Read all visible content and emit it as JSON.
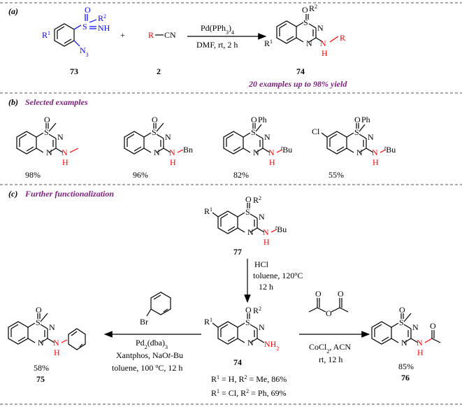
{
  "panel_a": {
    "tag": "(a)",
    "reactant1": {
      "number": "73",
      "labels": [
        "R1",
        "R2",
        "S",
        "NH",
        "N3",
        "O"
      ]
    },
    "plus": "+",
    "reactant2": {
      "number": "2",
      "label": "R−CN"
    },
    "conditions": [
      "Pd(PPh3)4",
      "DMF, rt, 2 h"
    ],
    "product": {
      "number": "74",
      "labels": [
        "R1",
        "R2",
        "S",
        "N",
        "N",
        "N",
        "H",
        "R",
        "O"
      ]
    },
    "note": "20 examples up to 98% yield"
  },
  "panel_b": {
    "tag": "(b)",
    "title": "Selected examples",
    "examples": [
      {
        "yield": "98%",
        "substituent": "",
        "amine": ""
      },
      {
        "yield": "96%",
        "substituent": "",
        "amine": "Bn"
      },
      {
        "yield": "82%",
        "substituent": "Ph",
        "amine": "tBu"
      },
      {
        "yield": "55%",
        "substituent": "Ph",
        "amine": "tBu",
        "ring": "Cl"
      }
    ]
  },
  "panel_c": {
    "tag": "(c)",
    "title": "Further functionalization",
    "start": {
      "number": "77",
      "amine": "tBu"
    },
    "down_conditions": [
      "HCl",
      "toluene, 120oC",
      "12 h"
    ],
    "center": {
      "number": "74",
      "amine": "NH2",
      "footnotes": [
        "R1 = H, R2 = Me, 86%",
        "R1 = Cl, R2 = Ph, 69%"
      ]
    },
    "left_conditions": [
      "Br",
      "Pd2(dba)3",
      "Xantphos, NaOt-Bu",
      "toluene, 100 oC, 12 h"
    ],
    "left_product": {
      "number": "75",
      "yield": "58%"
    },
    "right_conditions": [
      "CoCl2, ACN",
      "rt, 12 h"
    ],
    "right_product": {
      "number": "76",
      "yield": "85%"
    }
  }
}
